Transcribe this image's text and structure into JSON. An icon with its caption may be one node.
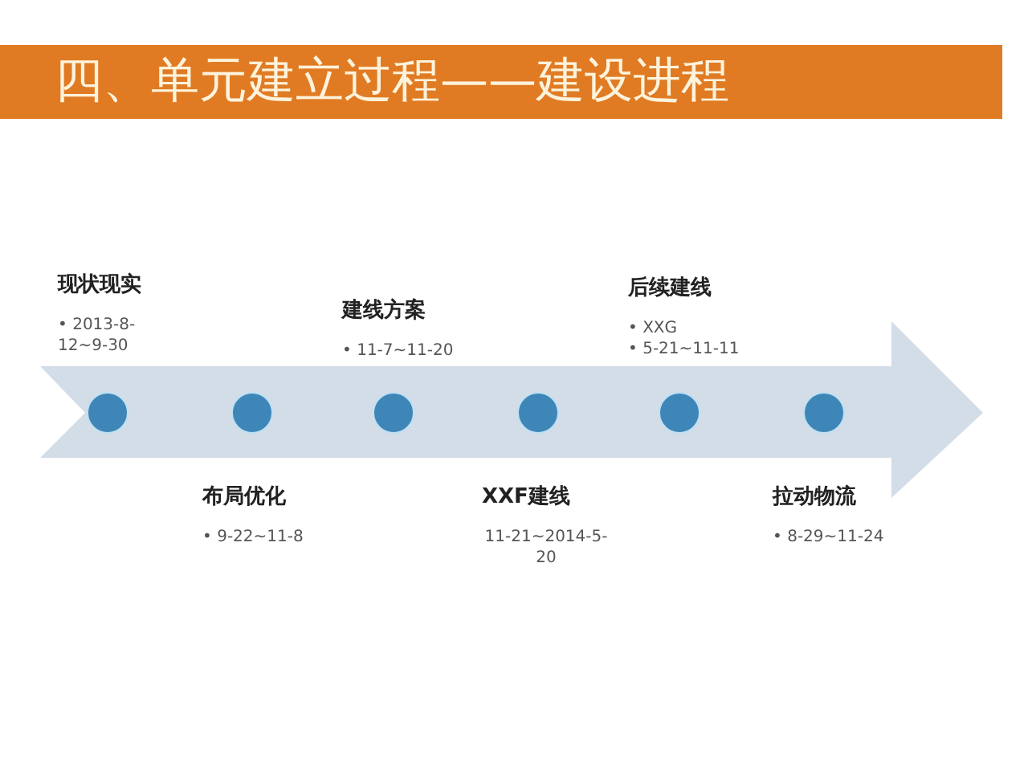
{
  "diagram": {
    "title": "四、单元建立过程——建设进程",
    "nodes": [
      {
        "text": [],
        "shape": "arrow"
      },
      {
        "text": [],
        "shape": "circle",
        "in": 0,
        "beside": [
          "现状现实",
          "• 2013-8-12~9-30"
        ]
      },
      {
        "text": [],
        "shape": "circle",
        "in": 0,
        "beside": [
          "布局优化",
          "• 9-22~11-8"
        ]
      },
      {
        "text": [],
        "shape": "circle",
        "in": 0,
        "beside": [
          "建线方案",
          "• 11-7~11-20"
        ]
      },
      {
        "text": [],
        "shape": "circle",
        "in": 0,
        "beside": [
          "XXF建线",
          "11-21~2014-5-20"
        ]
      },
      {
        "text": [],
        "shape": "circle",
        "in": 0,
        "beside": [
          "后续建线",
          "• XXG",
          "• 5-21~11-11"
        ]
      },
      {
        "text": [],
        "shape": "circle",
        "in": 0,
        "beside": [
          "拉动物流",
          "• 8-29~11-24"
        ]
      }
    ],
    "edges": []
  }
}
